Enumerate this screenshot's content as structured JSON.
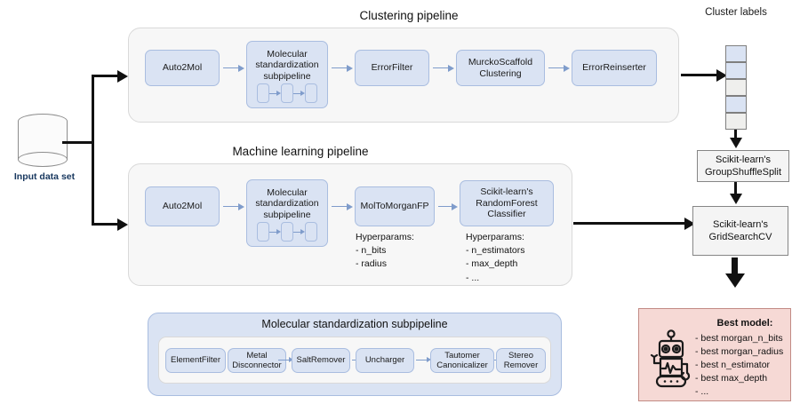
{
  "diagram": {
    "input": {
      "label": "Input data set",
      "icon": "database-cylinder-icon"
    },
    "clustering_pipeline": {
      "title": "Clustering pipeline",
      "nodes": [
        {
          "label": "Auto2Mol"
        },
        {
          "label": "Molecular standardization subpipeline",
          "has_mini_pipeline": true
        },
        {
          "label": "ErrorFilter"
        },
        {
          "label": "MurckoScaffold Clustering"
        },
        {
          "label": "ErrorReinserter"
        }
      ]
    },
    "ml_pipeline": {
      "title": "Machine learning pipeline",
      "nodes": [
        {
          "label": "Auto2Mol"
        },
        {
          "label": "Molecular standardization subpipeline",
          "has_mini_pipeline": true
        },
        {
          "label": "MolToMorganFP"
        },
        {
          "label": "Scikit-learn's RandomForest Classifier"
        }
      ],
      "hyperparams": [
        {
          "heading": "Hyperparams:",
          "items": [
            "- n_bits",
            "- radius"
          ]
        },
        {
          "heading": "Hyperparams:",
          "items": [
            "- n_estimators",
            "- max_depth",
            "- ..."
          ]
        }
      ]
    },
    "standardization_subpipeline": {
      "title": "Molecular standardization subpipeline",
      "nodes": [
        {
          "label": "ElementFilter"
        },
        {
          "label": "Metal Disconnector"
        },
        {
          "label": "SaltRemover"
        },
        {
          "label": "Uncharger"
        },
        {
          "label": "Tautomer Canonicalizer"
        },
        {
          "label": "Stereo Remover"
        }
      ]
    },
    "cluster_labels": {
      "title": "Cluster labels",
      "cells": [
        "#dae3f3",
        "#dae3f3",
        "#efefed",
        "#dae3f3",
        "#efefed"
      ]
    },
    "group_shuffle_split": {
      "label": "Scikit-learn's GroupShuffleSplit"
    },
    "grid_search_cv": {
      "label": "Scikit-learn's GridSearchCV"
    },
    "best_model": {
      "title": "Best model:",
      "icon": "robot-icon",
      "items": [
        "- best morgan_n_bits",
        "- best morgan_radius",
        "- best n_estimator",
        "- best max_depth",
        "- ..."
      ]
    },
    "colors": {
      "node_fill": "#dae3f3",
      "node_border": "#a9bde0",
      "container_fill": "#f7f7f7",
      "container_border": "#d9d9d9",
      "arrow_blue": "#7f9ccb",
      "arrow_black": "#111111",
      "best_model_fill": "#f6d9d5",
      "best_model_border": "#c28b85",
      "gray_box_fill": "#f4f4f4",
      "gray_box_border": "#868686",
      "input_label_color": "#17375e"
    }
  }
}
